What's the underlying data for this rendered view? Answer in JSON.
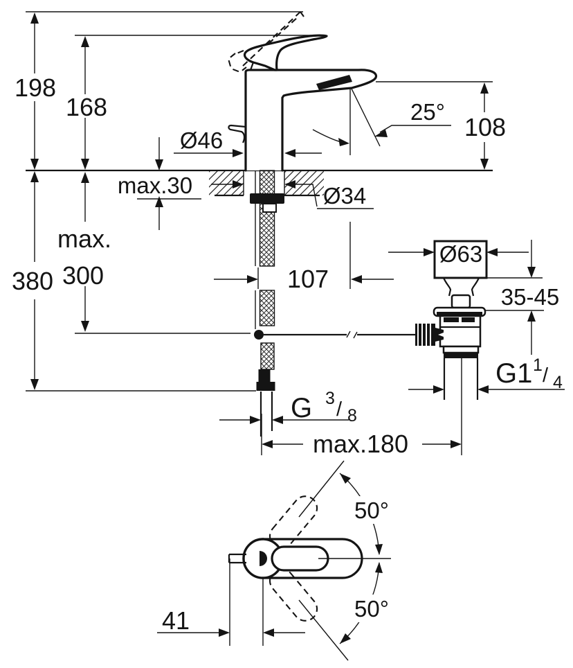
{
  "drawing": {
    "kind": "faucet installation dimensional drawing",
    "colors": {
      "line": "#141414",
      "background": "#ffffff"
    },
    "dims": {
      "overall_height": "198",
      "faucet_height": "168",
      "spout_height": "108",
      "spout_angle": "25°",
      "base_diameter": "Ø46",
      "max_deck_thickness": "max.30",
      "hole_diameter": "Ø34",
      "spout_reach": "107",
      "max_hose_word": "max.",
      "max_hose_value": "300",
      "hose_length": "380",
      "plug_diameter": "Ø63",
      "basin_depth_range": "35-45",
      "drain_thread_main": "G1",
      "drain_thread_sup": "1",
      "drain_thread_slash": "/",
      "drain_thread_sub": "4",
      "supply_thread_main": "G",
      "supply_thread_sup": "3",
      "supply_thread_slash": "/",
      "supply_thread_sub": "8",
      "max_span": "max.180",
      "handle_swing_upper": "50°",
      "handle_swing_lower": "50°",
      "handle_offset": "41"
    }
  }
}
